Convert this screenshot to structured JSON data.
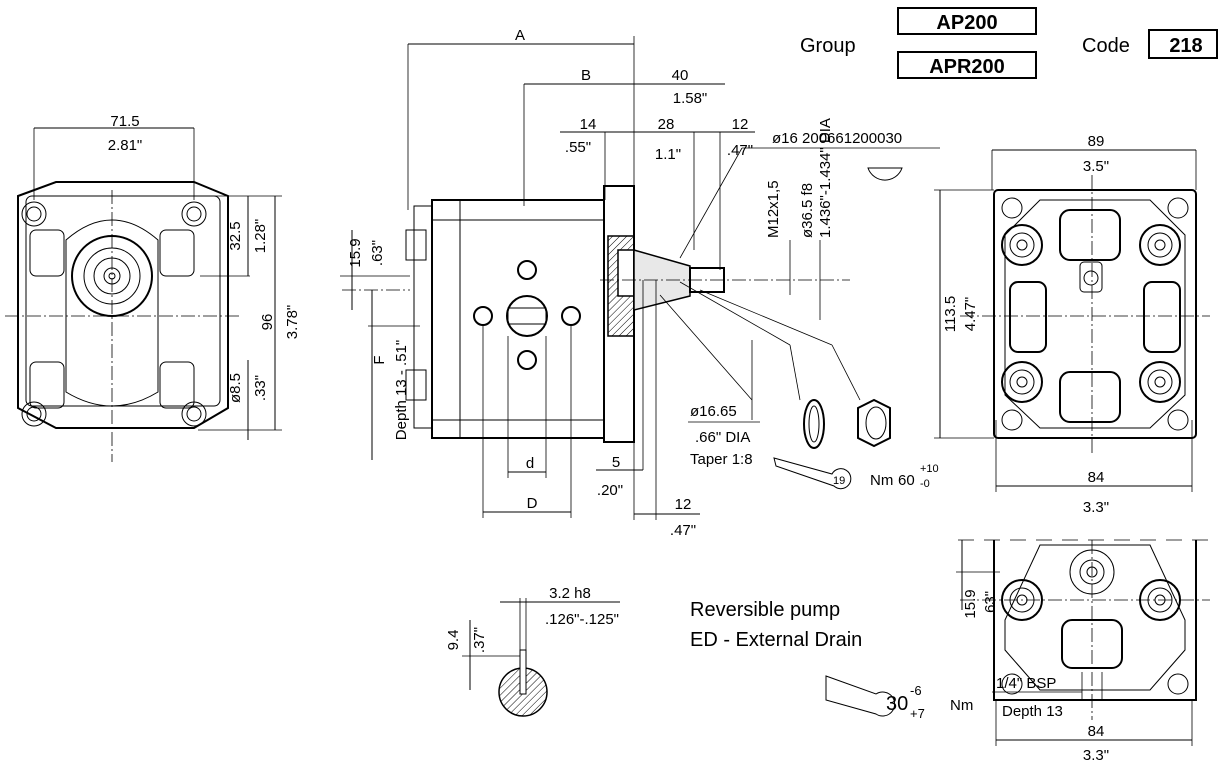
{
  "header": {
    "group_label": "Group",
    "group_values": [
      "AP200",
      "APR200"
    ],
    "code_label": "Code",
    "code_value": "218"
  },
  "front_view": {
    "width_mm": "71.5",
    "width_in": "2.81\"",
    "offset_mm": "32.5",
    "offset_in": "1.28\"",
    "height_mm": "96",
    "height_in": "3.78\"",
    "hole_mm": "ø8.5",
    "hole_in": ".33\""
  },
  "side_view": {
    "A": "A",
    "B": "B",
    "len40_mm": "40",
    "len40_in": "1.58\"",
    "len14_mm": "14",
    "len14_in": ".55\"",
    "len28_mm": "28",
    "len28_in": "1.1\"",
    "len12_mm": "12",
    "len12_in": ".47\"",
    "key_ref": "ø16 200661200030",
    "thread": "M12x1,5",
    "pilot_mm": "ø36.5 f8",
    "pilot_in": "1.436\"-1.434\" DIA",
    "port_mm": "15.9",
    "port_in": ".63\"",
    "F": "F",
    "depth": "Depth 13 - .51\"",
    "d": "d",
    "D": "D",
    "taper_mm": "ø16.65",
    "taper_in": ".66\" DIA",
    "taper": "Taper 1:8",
    "len5_mm": "5",
    "len5_in": ".20\"",
    "len12b_mm": "12",
    "len12b_in": ".47\"",
    "wrench_size": "19",
    "torque_unit": "Nm",
    "torque_value": "60",
    "torque_tol_plus": "+10",
    "torque_tol_minus": "-0"
  },
  "rear_view": {
    "width_mm": "89",
    "width_in": "3.5\"",
    "height_mm": "113.5",
    "height_in": "4.47\"",
    "bolt_mm": "84",
    "bolt_in": "3.3\""
  },
  "key_section": {
    "width_mm": "3.2 h8",
    "width_in": ".126\"-.125\"",
    "height_mm": "9.4",
    "height_in": ".37\""
  },
  "notes": {
    "line1": "Reversible pump",
    "line2": "ED - External Drain"
  },
  "drain_view": {
    "offset_mm": "15.9",
    "offset_in": ".63\"",
    "thread": "1/4\" BSP",
    "depth": "Depth 13",
    "width_mm": "84",
    "width_in": "3.3\"",
    "torque_value": "30",
    "torque_tol_minus": "-6",
    "torque_tol_plus": "+7",
    "torque_unit": "Nm"
  }
}
